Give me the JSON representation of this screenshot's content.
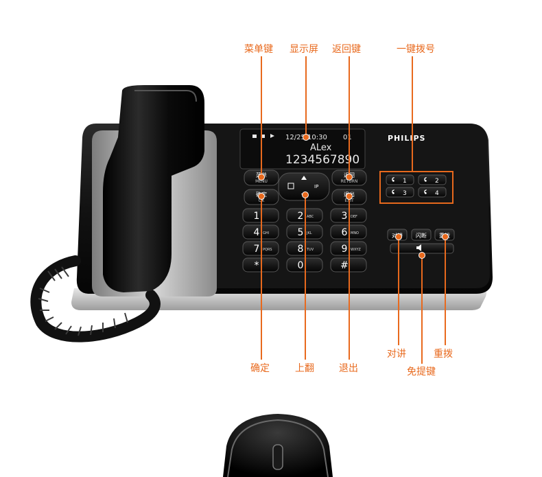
{
  "brand": "PHILIPS",
  "display": {
    "status_line": "12/25 10:30",
    "line_indicator": "01",
    "name": "ALex",
    "number": "1234567890"
  },
  "nav_keys": {
    "menu": {
      "cn": "菜单",
      "en": "MENU"
    },
    "return": {
      "cn": "返回",
      "en": "RETURN"
    },
    "ok": {
      "cn": "确定",
      "en": "OK"
    },
    "exit": {
      "cn": "退出",
      "en": "EXIT"
    },
    "ip": "IP"
  },
  "keypad": [
    {
      "digit": "1",
      "letters": ""
    },
    {
      "digit": "2",
      "letters": "ABC"
    },
    {
      "digit": "3",
      "letters": "DEF"
    },
    {
      "digit": "4",
      "letters": "GHI"
    },
    {
      "digit": "5",
      "letters": "JKL"
    },
    {
      "digit": "6",
      "letters": "MNO"
    },
    {
      "digit": "7",
      "letters": "PQRS"
    },
    {
      "digit": "8",
      "letters": "TUV"
    },
    {
      "digit": "9",
      "letters": "WXYZ"
    },
    {
      "digit": "*",
      "letters": ""
    },
    {
      "digit": "0",
      "letters": ""
    },
    {
      "digit": "#",
      "letters": ""
    }
  ],
  "speed_dial": [
    "1",
    "2",
    "3",
    "4"
  ],
  "function_keys": {
    "intercom": "对讲",
    "flash": "闪断",
    "redial": "重拨"
  },
  "annotations": {
    "menu_key": "菜单键",
    "display": "显示屏",
    "return_key": "返回键",
    "one_touch_dial": "一键拨号",
    "ok": "确定",
    "page_up": "上翻",
    "exit": "退出",
    "intercom": "对讲",
    "handsfree_key": "免提键",
    "redial": "重拨"
  },
  "colors": {
    "accent": "#e8691d",
    "body": "#111111",
    "display_bg": "#0c0c0c",
    "display_text": "#e8e8e8"
  }
}
